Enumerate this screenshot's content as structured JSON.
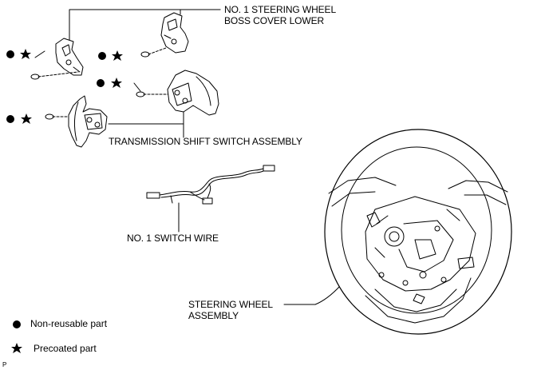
{
  "labels": {
    "boss_cover_line1": "NO. 1 STEERING WHEEL",
    "boss_cover_line2": "BOSS COVER LOWER",
    "shift_switch": "TRANSMISSION SHIFT SWITCH ASSEMBLY",
    "switch_wire": "NO. 1 SWITCH WIRE",
    "steering_line1": "STEERING WHEEL",
    "steering_line2": "ASSEMBLY"
  },
  "legend": {
    "non_reusable": "Non-reusable part",
    "precoated": "Precoated part"
  },
  "footer_code": "P"
}
